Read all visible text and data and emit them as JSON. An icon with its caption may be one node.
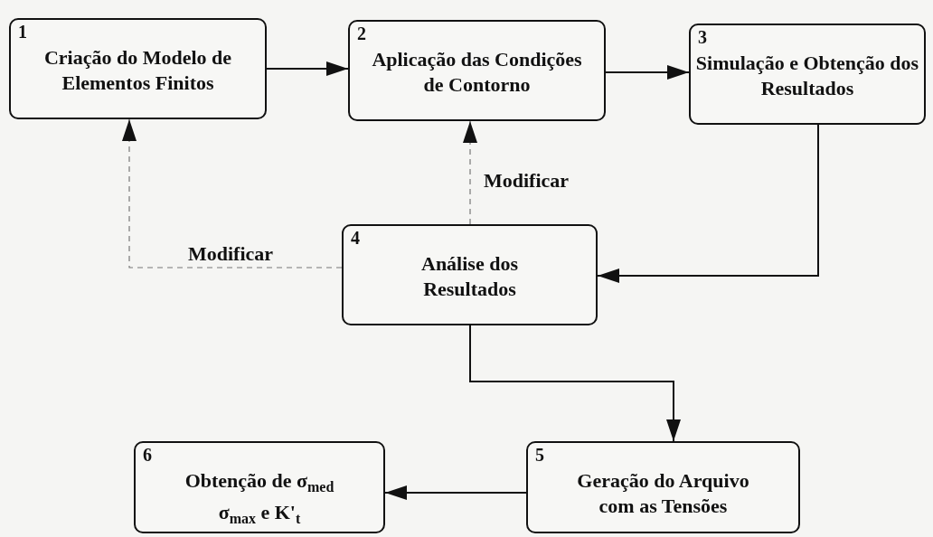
{
  "diagram": {
    "nodes": [
      {
        "text": [
          "1",
          "Criação do Modelo de Elementos Finitos"
        ]
      },
      {
        "text": [
          "2",
          "Aplicação das Condições de Contorno"
        ]
      },
      {
        "text": [
          "3",
          "Simulação e Obtenção dos Resultados"
        ]
      },
      {
        "text": [
          "4",
          "Análise dos Resultados"
        ]
      },
      {
        "text": [
          "5",
          "Geração do Arquivo com as Tensões"
        ]
      },
      {
        "text": [
          "6",
          "Obtenção de σ$_{med}$ σ$_{max}$ e K'$_{t}$"
        ]
      }
    ],
    "edges": [
      {
        "from": 0,
        "to": 1,
        "arrow": "to"
      },
      {
        "from": 1,
        "to": 2,
        "arrow": "to"
      },
      {
        "from": 2,
        "to": 3,
        "arrow": "to"
      },
      {
        "from": 3,
        "to": 0,
        "arrow": "to",
        "label": "Modificar",
        "style": "dashed",
        "color": "#777777"
      },
      {
        "from": 3,
        "to": 1,
        "arrow": "to",
        "label": "Modificar",
        "style": "dashed",
        "color": "#777777"
      },
      {
        "from": 3,
        "to": 4,
        "arrow": "to"
      },
      {
        "from": 4,
        "to": 5,
        "arrow": "to"
      }
    ]
  }
}
